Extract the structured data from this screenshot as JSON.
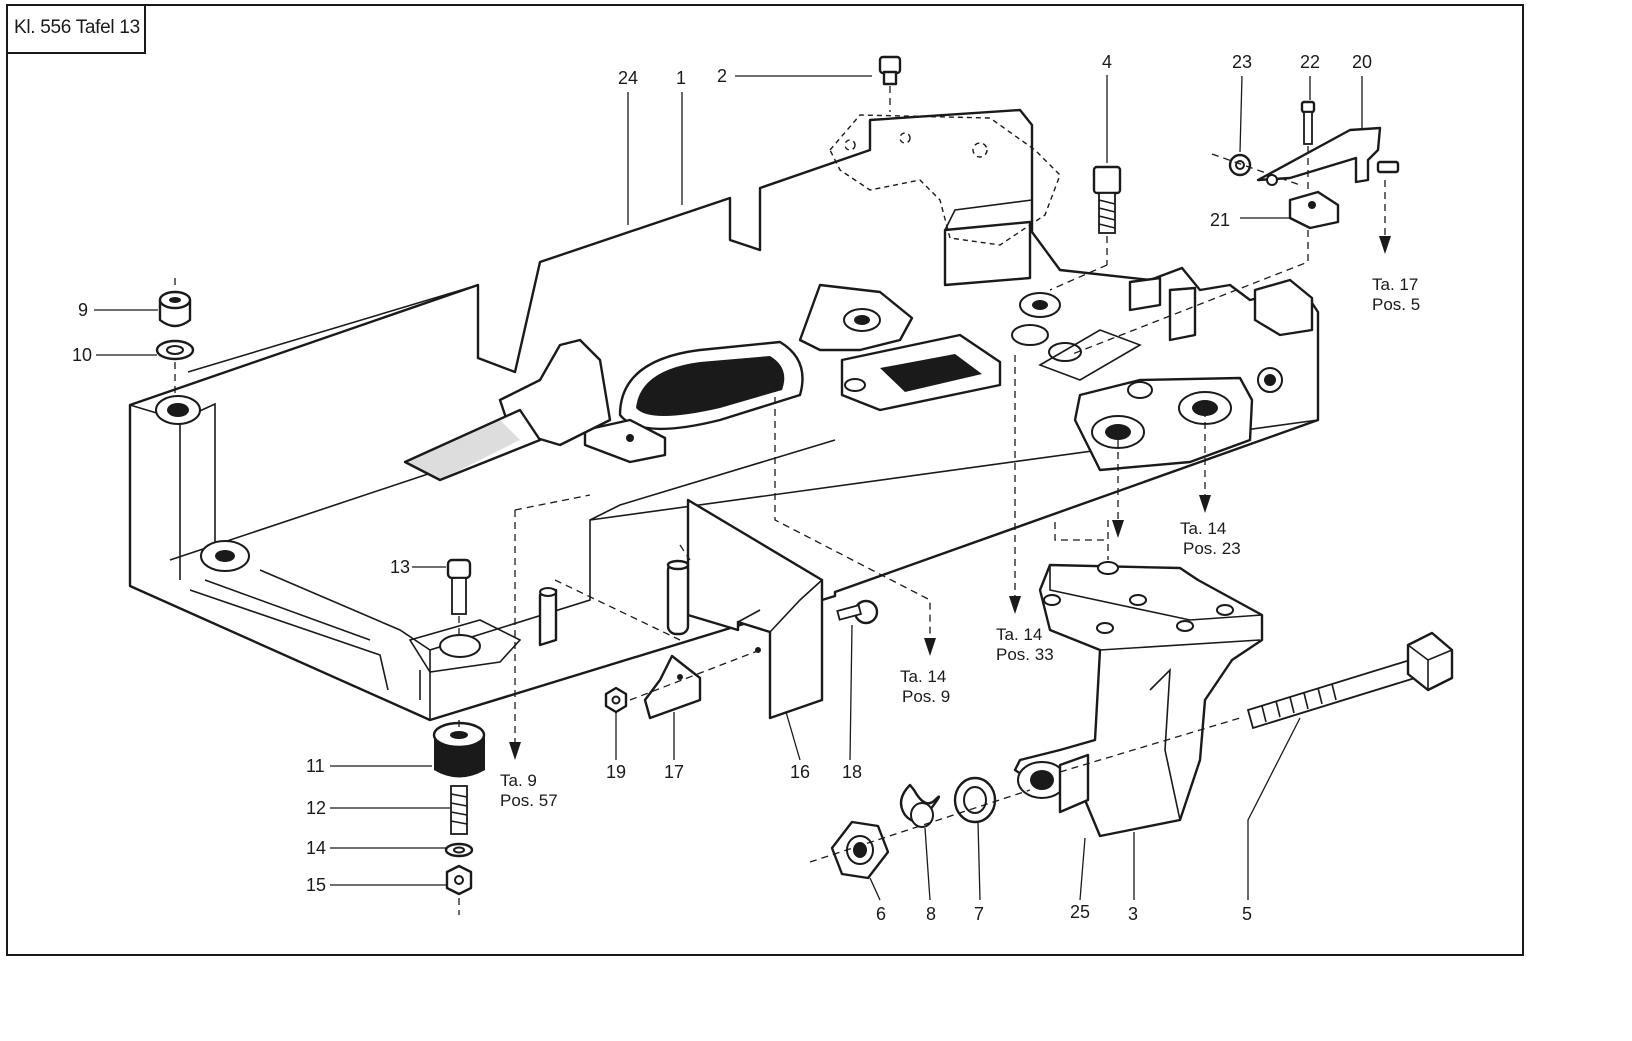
{
  "title_block": {
    "label": "Kl. 556  Tafel 13"
  },
  "callouts": {
    "n1": "1",
    "n2": "2",
    "n3": "3",
    "n4": "4",
    "n5": "5",
    "n6": "6",
    "n7": "7",
    "n8": "8",
    "n9": "9",
    "n10": "10",
    "n11": "11",
    "n12": "12",
    "n13": "13",
    "n14": "14",
    "n15": "15",
    "n16": "16",
    "n17": "17",
    "n18": "18",
    "n19": "19",
    "n20": "20",
    "n21": "21",
    "n22": "22",
    "n23": "23",
    "n24": "24",
    "n25": "25"
  },
  "references": [
    {
      "table": "Ta. 17",
      "position": "Pos. 5"
    },
    {
      "table": "Ta. 14",
      "position": "Pos. 23"
    },
    {
      "table": "Ta. 14",
      "position": "Pos. 33"
    },
    {
      "table": "Ta. 14",
      "position": "Pos. 9"
    },
    {
      "table": "Ta. 9",
      "position": "Pos. 57"
    }
  ]
}
